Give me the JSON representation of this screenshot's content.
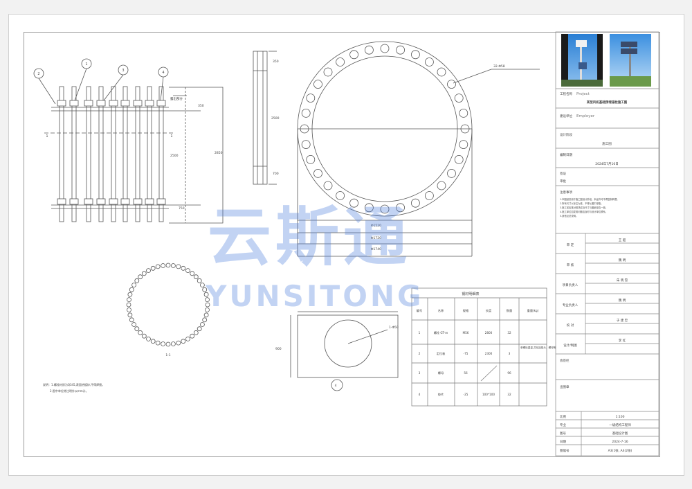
{
  "drawing": {
    "balloons": [
      "2",
      "1",
      "3",
      "4"
    ],
    "section_marks": [
      "1",
      "1"
    ],
    "bolt_dims": {
      "top_label": "露出部分",
      "d350": "350",
      "d2500": "2500",
      "d2850": "2850",
      "d750": "750"
    },
    "rod_dims": {
      "d350": "350",
      "d2500": "2500",
      "d700": "700"
    },
    "flange": {
      "callout": "32-Φ58",
      "dia1": "Φ1520",
      "dia2": "Φ1720",
      "dia3": "Φ1740"
    },
    "ring_caption": "1-1",
    "plate": {
      "callout": "1-Φ50",
      "side": "900",
      "balloon": "4"
    },
    "notes": [
      "说明：1.螺栓材质为Q345,表面热镀锌,不得焊接。",
      "2.图中单位除注明外以mm计。"
    ]
  },
  "material_table": {
    "title": "钢材明细表",
    "headers": [
      "编号",
      "名称",
      "规格",
      "长度",
      "数量",
      "重量(kg)"
    ],
    "rows": [
      [
        "1",
        "螺栓 GT-m",
        "M56",
        "2800",
        "32",
        ""
      ],
      [
        "2",
        "定位板",
        "-75",
        "2300",
        "3",
        ""
      ],
      [
        "3",
        "螺母",
        "56",
        "",
        "96",
        ""
      ],
      [
        "4",
        "垫片",
        "-25",
        "100*100",
        "32",
        ""
      ]
    ],
    "weight_note": "单螺栓重量,并包括垫片、螺母等"
  },
  "title_block": {
    "project_label": "工程名称",
    "project_en": "Project",
    "project_name": "某型风机基础预埋锚栓施工图",
    "client_label": "建设单位",
    "client_en": "Employer",
    "stage_label": "设计阶段",
    "stage_value": "施工图",
    "date_label": "编制日期",
    "date_value": "2024年7月16日",
    "remark_label": "签证",
    "remark_value": "审批",
    "notes_label": "注意事项",
    "notes": [
      "1.本图纸仅用于施工图设计阶段，未经许可不得复制转载。",
      "2.所有尺寸以标注为准，不得从图中量取。",
      "3.施工前应核对现场实际尺寸与图纸是否一致。",
      "4.施工单位如发现问题应及时与设计单位联系。",
      "5.其他见总说明。"
    ],
    "roles": [
      {
        "role": "审    定",
        "name": "王    超"
      },
      {
        "role": "审    核",
        "name": "魏    明"
      },
      {
        "role": "项目负责人",
        "name": "朱 晓 雪"
      },
      {
        "role": "专业负责人",
        "name": "魏    明"
      },
      {
        "role": "校    对",
        "name": "于 建 忠"
      },
      {
        "role": "设计/制图",
        "name": "李    红"
      }
    ],
    "sign_label": "会签栏",
    "revision_label": "出图章",
    "footer": [
      {
        "label": "比例",
        "value": "1:100"
      },
      {
        "label": "专业",
        "value": "一级结构工程师"
      },
      {
        "label": "图号",
        "value": "基础设计图"
      },
      {
        "label": "日期",
        "value": "2024-7-16"
      },
      {
        "label": "图幅号",
        "value": "A3(1张, A4(2张)"
      }
    ]
  },
  "watermark": {
    "cn": "云斯通",
    "en": "YUNSITONG",
    "color": "#5082dc"
  }
}
